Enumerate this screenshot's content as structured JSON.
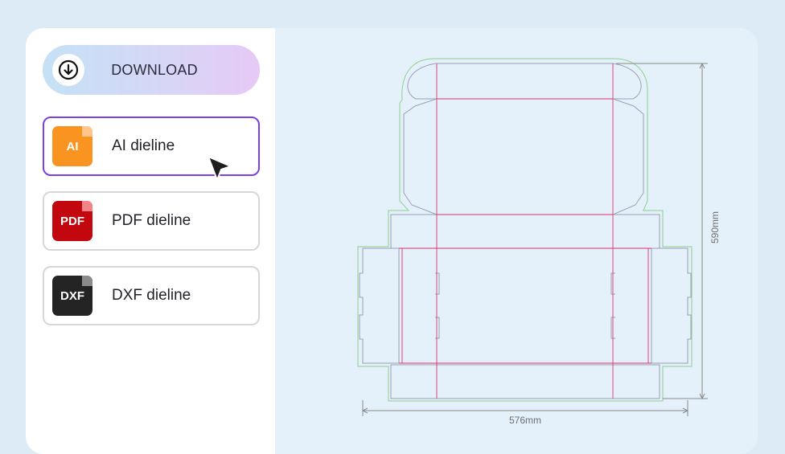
{
  "download": {
    "label": "DOWNLOAD",
    "icon": "download-icon"
  },
  "options": [
    {
      "label": "AI dieline",
      "badge": "AI",
      "icon": "ai-file-icon",
      "color": "#f99420",
      "fold_color": "#ffc58b",
      "selected": true
    },
    {
      "label": "PDF dieline",
      "badge": "PDF",
      "icon": "pdf-file-icon",
      "color": "#c2070f",
      "fold_color": "#f08488",
      "selected": false
    },
    {
      "label": "DXF dieline",
      "badge": "DXF",
      "icon": "dxf-file-icon",
      "color": "#242424",
      "fold_color": "#8a8a8a",
      "selected": false
    }
  ],
  "dieline": {
    "width_label": "576mm",
    "height_label": "590mm",
    "cut_color": "#9aa0b8",
    "fold_color": "#e0316b",
    "bleed_color": "#8fd08f",
    "dim_color": "#8a8a8a"
  },
  "accent": "#7a3fdd"
}
